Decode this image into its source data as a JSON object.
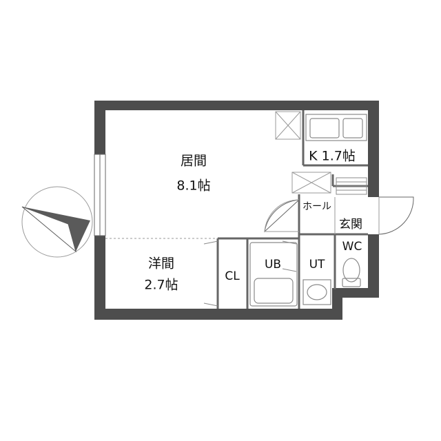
{
  "colors": {
    "wall": "#4d4d4d",
    "line": "#666666",
    "fixture": "#8a8a8a",
    "text": "#111111"
  },
  "icons": {
    "compass": "north-arrow-icon"
  },
  "rooms": {
    "living": {
      "name": "居間",
      "size": "8.1帖"
    },
    "kitchen": {
      "label": "K 1.7帖"
    },
    "western": {
      "name": "洋間",
      "size": "2.7帖"
    },
    "closet": {
      "label": "CL"
    },
    "bath": {
      "label": "UB"
    },
    "utility": {
      "label": "UT"
    },
    "toilet": {
      "label": "WC"
    },
    "hall": {
      "label": "ホール"
    },
    "entrance": {
      "label": "玄関"
    }
  }
}
